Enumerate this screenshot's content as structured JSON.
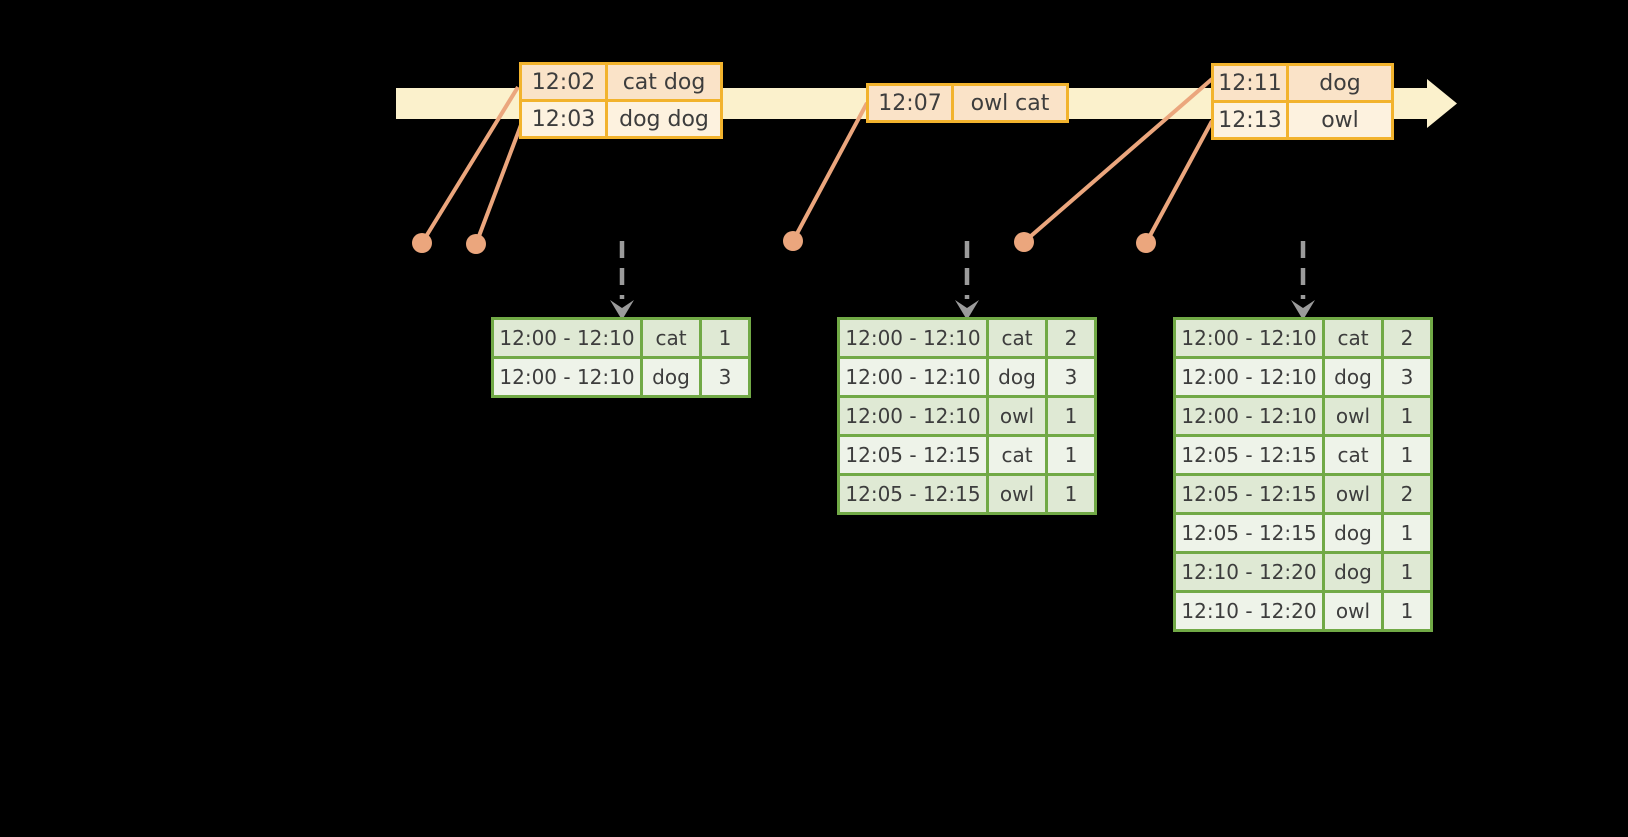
{
  "colors": {
    "background": "#000000",
    "timeline_fill": "#fbf1cc",
    "event_table_border": "#f2b32d",
    "event_row_peach": "#fae3c8",
    "event_row_cream": "#fdf2df",
    "connector_orange": "#eba67d",
    "trigger_arrow_gray": "#9b9b9b",
    "result_table_border": "#71a946",
    "result_row_dark": "#dfe9d4",
    "result_row_light": "#eef3e9",
    "text": "#3d3d3d"
  },
  "icons": {
    "timeline_arrow": "right-arrowhead",
    "event_marker": "orange-dot",
    "trigger_arrow": "dashed-down-arrow"
  },
  "event_tables": [
    {
      "rows": [
        [
          "12:02",
          "cat dog"
        ],
        [
          "12:03",
          "dog dog"
        ]
      ]
    },
    {
      "rows": [
        [
          "12:07",
          "owl cat"
        ]
      ]
    },
    {
      "rows": [
        [
          "12:11",
          "dog"
        ],
        [
          "12:13",
          "owl"
        ]
      ]
    }
  ],
  "result_tables": [
    {
      "rows": [
        [
          "12:00 - 12:10",
          "cat",
          "1"
        ],
        [
          "12:00 - 12:10",
          "dog",
          "3"
        ]
      ]
    },
    {
      "rows": [
        [
          "12:00 - 12:10",
          "cat",
          "2"
        ],
        [
          "12:00 - 12:10",
          "dog",
          "3"
        ],
        [
          "12:00 - 12:10",
          "owl",
          "1"
        ],
        [
          "12:05 - 12:15",
          "cat",
          "1"
        ],
        [
          "12:05 - 12:15",
          "owl",
          "1"
        ]
      ]
    },
    {
      "rows": [
        [
          "12:00 - 12:10",
          "cat",
          "2"
        ],
        [
          "12:00 - 12:10",
          "dog",
          "3"
        ],
        [
          "12:00 - 12:10",
          "owl",
          "1"
        ],
        [
          "12:05 - 12:15",
          "cat",
          "1"
        ],
        [
          "12:05 - 12:15",
          "owl",
          "2"
        ],
        [
          "12:05 - 12:15",
          "dog",
          "1"
        ],
        [
          "12:10 - 12:20",
          "dog",
          "1"
        ],
        [
          "12:10 - 12:20",
          "owl",
          "1"
        ]
      ]
    }
  ]
}
